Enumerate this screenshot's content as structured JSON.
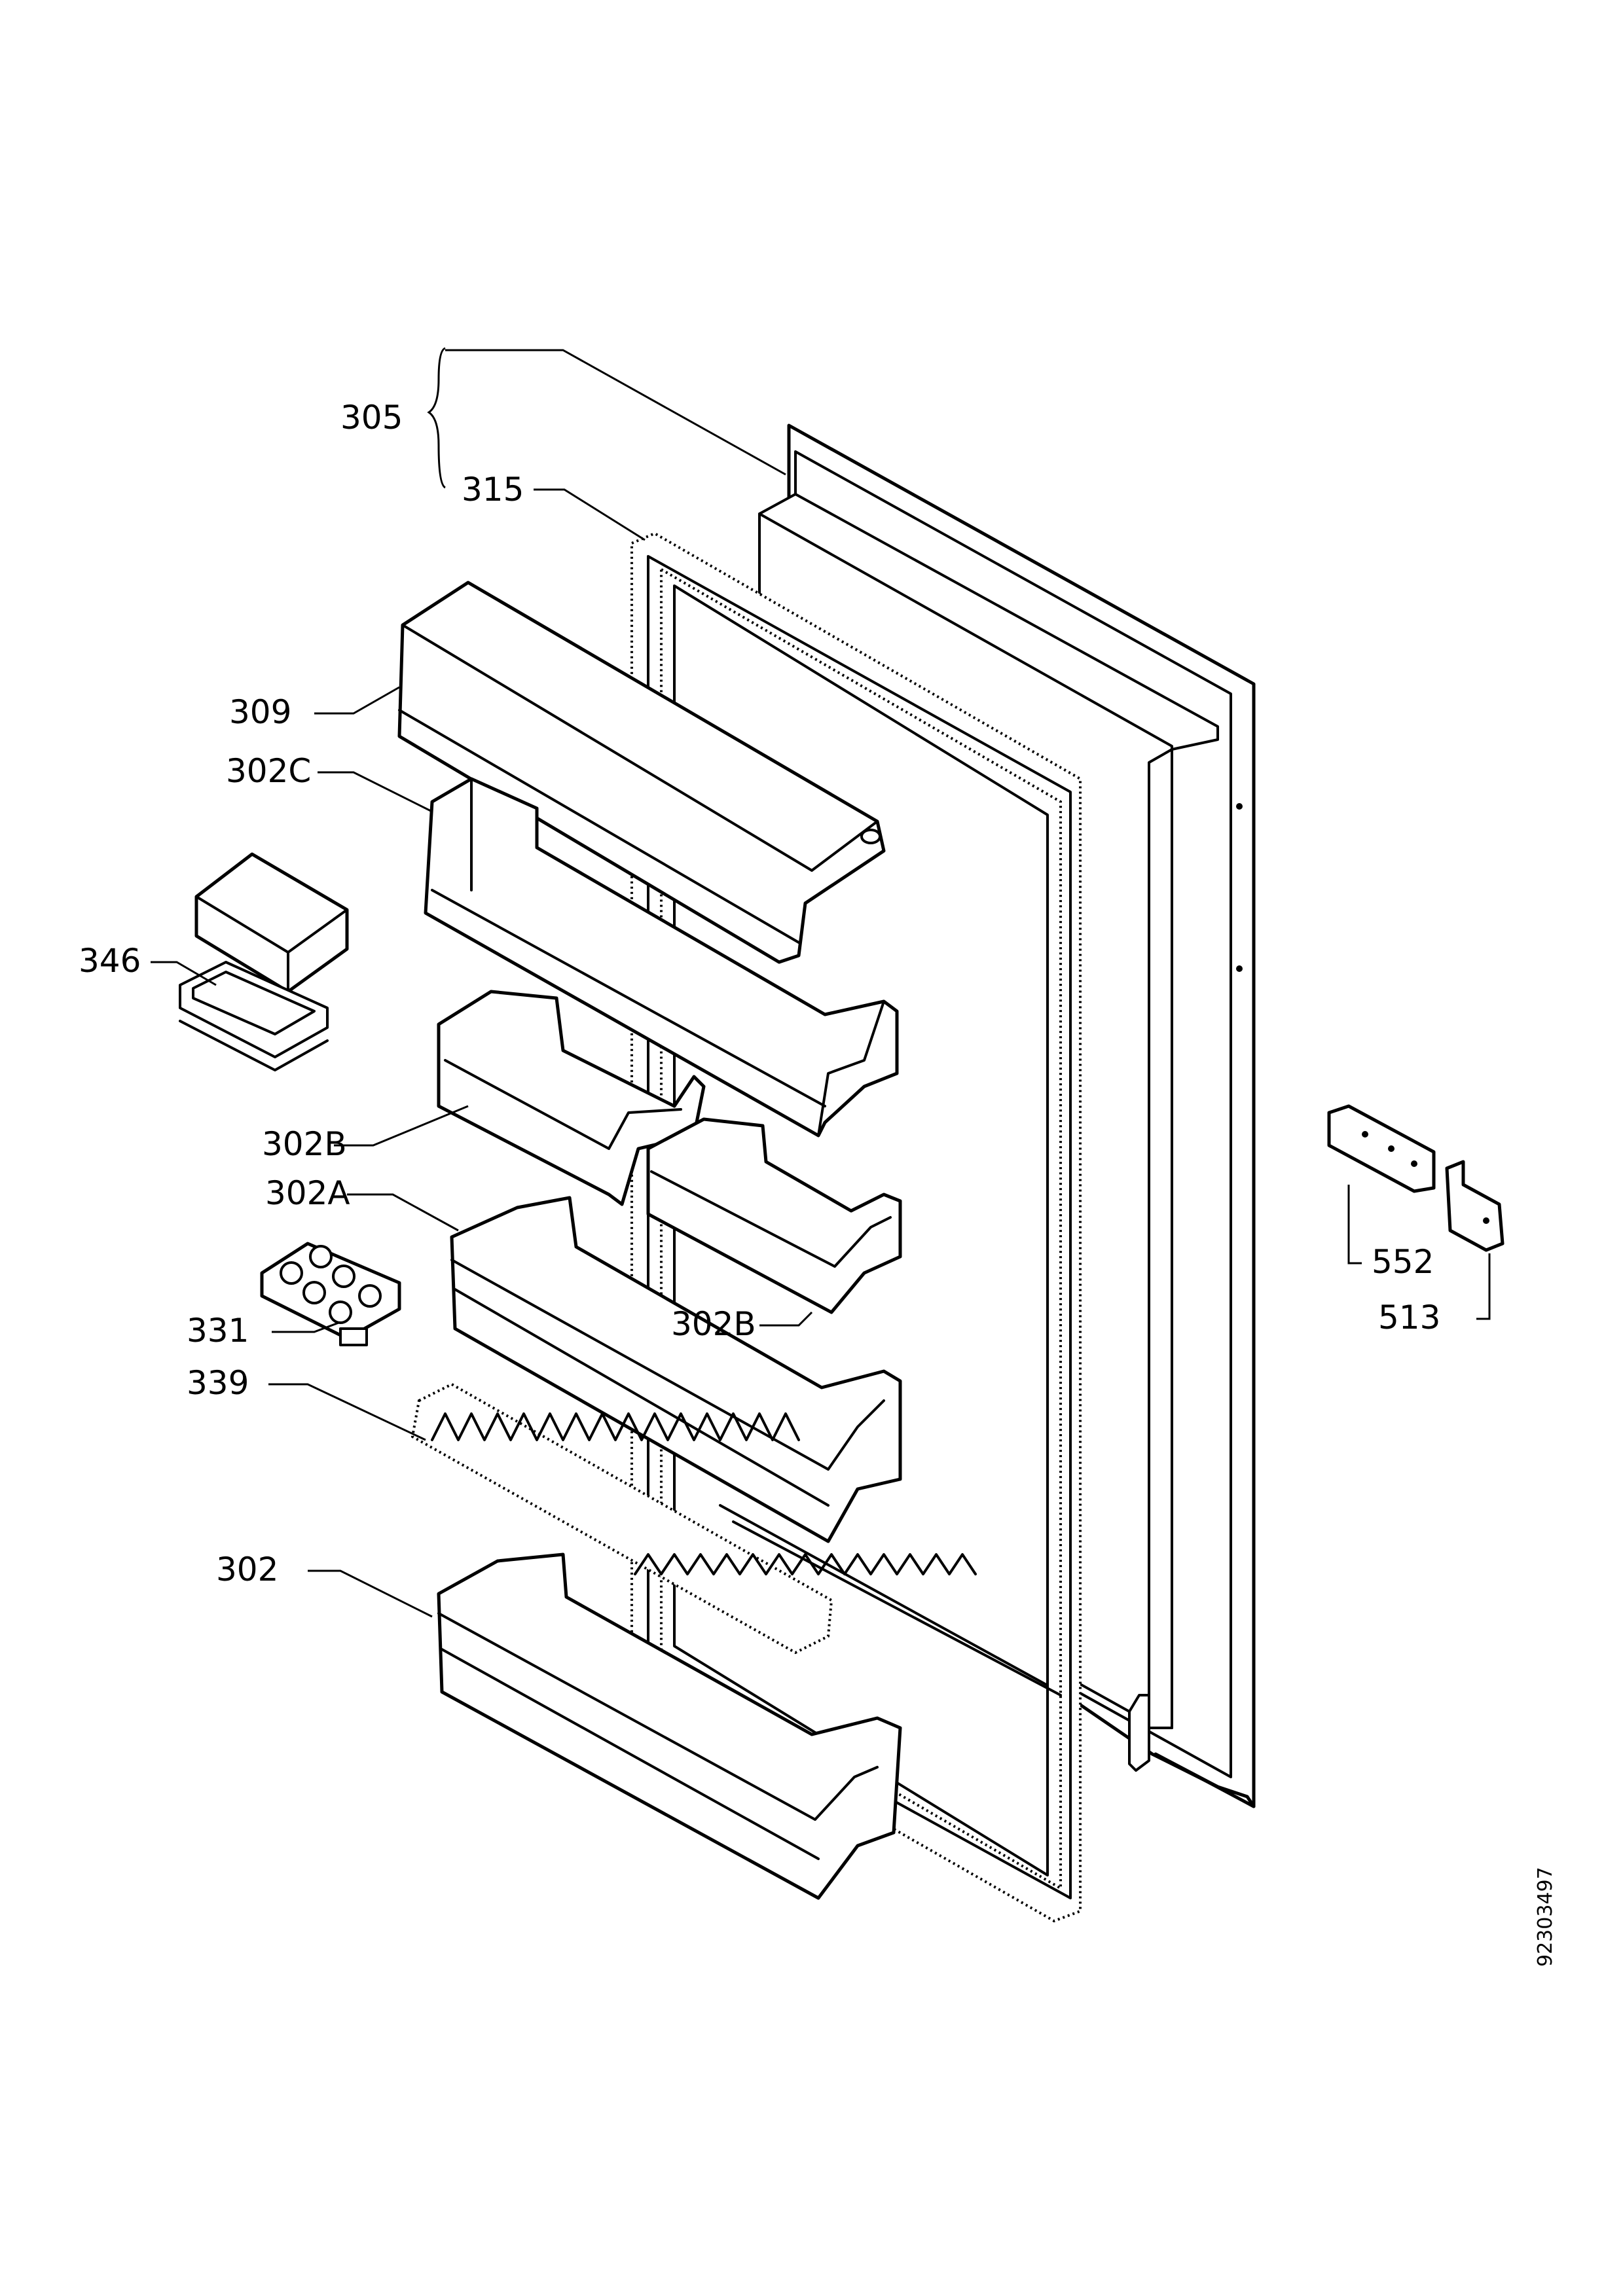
{
  "labels": {
    "p305": "305",
    "p315": "315",
    "p309": "309",
    "p302C": "302C",
    "p346": "346",
    "p302B_left": "302B",
    "p302A": "302A",
    "p302B_right": "302B",
    "p331": "331",
    "p339": "339",
    "p302": "302",
    "p552": "552",
    "p513": "513"
  },
  "document_number": "92303497"
}
